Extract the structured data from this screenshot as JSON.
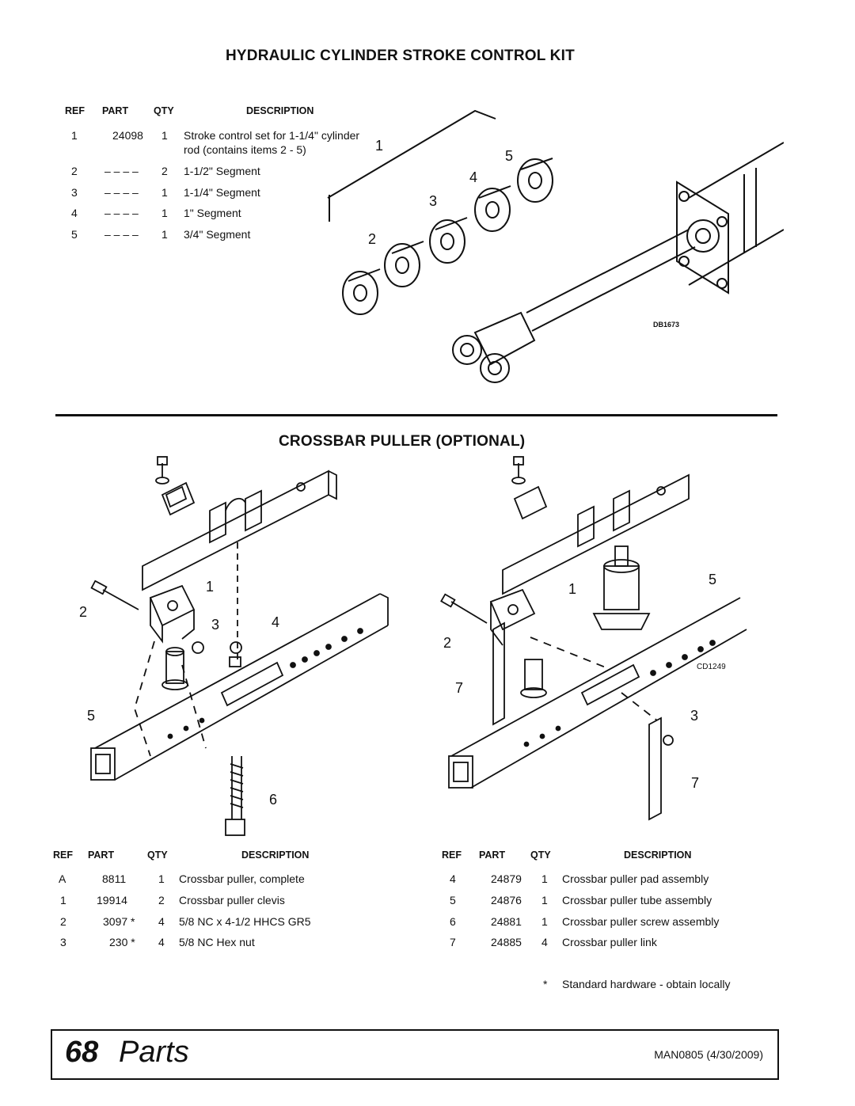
{
  "sections": {
    "kit_title": "HYDRAULIC CYLINDER STROKE CONTROL KIT",
    "puller_title": "CROSSBAR PULLER (OPTIONAL)"
  },
  "headers": {
    "ref": "REF",
    "part": "PART",
    "qty": "QTY",
    "description": "DESCRIPTION"
  },
  "kit_rows": [
    {
      "ref": "1",
      "part": "24098",
      "qty": "1",
      "desc": "Stroke control set for 1-1/4\" cylinder",
      "desc2": "rod (contains items 2 - 5)"
    },
    {
      "ref": "2",
      "part": "– – – –",
      "qty": "2",
      "desc": "1-1/2\" Segment"
    },
    {
      "ref": "3",
      "part": "– – – –",
      "qty": "1",
      "desc": "1-1/4\" Segment"
    },
    {
      "ref": "4",
      "part": "– – – –",
      "qty": "1",
      "desc": "1\" Segment"
    },
    {
      "ref": "5",
      "part": "– – – –",
      "qty": "1",
      "desc": "3/4\" Segment"
    }
  ],
  "puller_left": [
    {
      "ref": "A",
      "part": "8811",
      "qty": "1",
      "desc": "Crossbar puller, complete"
    },
    {
      "ref": "1",
      "part": "19914",
      "qty": "2",
      "desc": "Crossbar puller clevis"
    },
    {
      "ref": "2",
      "part": "3097 *",
      "qty": "4",
      "desc": "5/8 NC x 4-1/2 HHCS GR5"
    },
    {
      "ref": "3",
      "part": "230 *",
      "qty": "4",
      "desc": "5/8 NC Hex nut"
    }
  ],
  "puller_right": [
    {
      "ref": "4",
      "part": "24879",
      "qty": "1",
      "desc": "Crossbar puller pad assembly"
    },
    {
      "ref": "5",
      "part": "24876",
      "qty": "1",
      "desc": "Crossbar puller tube assembly"
    },
    {
      "ref": "6",
      "part": "24881",
      "qty": "1",
      "desc": "Crossbar puller screw assembly"
    },
    {
      "ref": "7",
      "part": "24885",
      "qty": "4",
      "desc": "Crossbar puller link"
    }
  ],
  "note": {
    "star": "*",
    "text": "Standard hardware - obtain locally"
  },
  "diagram_labels": {
    "kit": [
      "1",
      "2",
      "3",
      "4",
      "5"
    ],
    "kit_code": "DB1673",
    "left": [
      "1",
      "2",
      "3",
      "4",
      "5",
      "6"
    ],
    "right": [
      "1",
      "2",
      "3",
      "5",
      "7",
      "7"
    ],
    "right_code": "CD1249"
  },
  "footer": {
    "page_number": "68",
    "page_word": "Parts",
    "doc_id": "MAN0805 (4/30/2009)"
  }
}
